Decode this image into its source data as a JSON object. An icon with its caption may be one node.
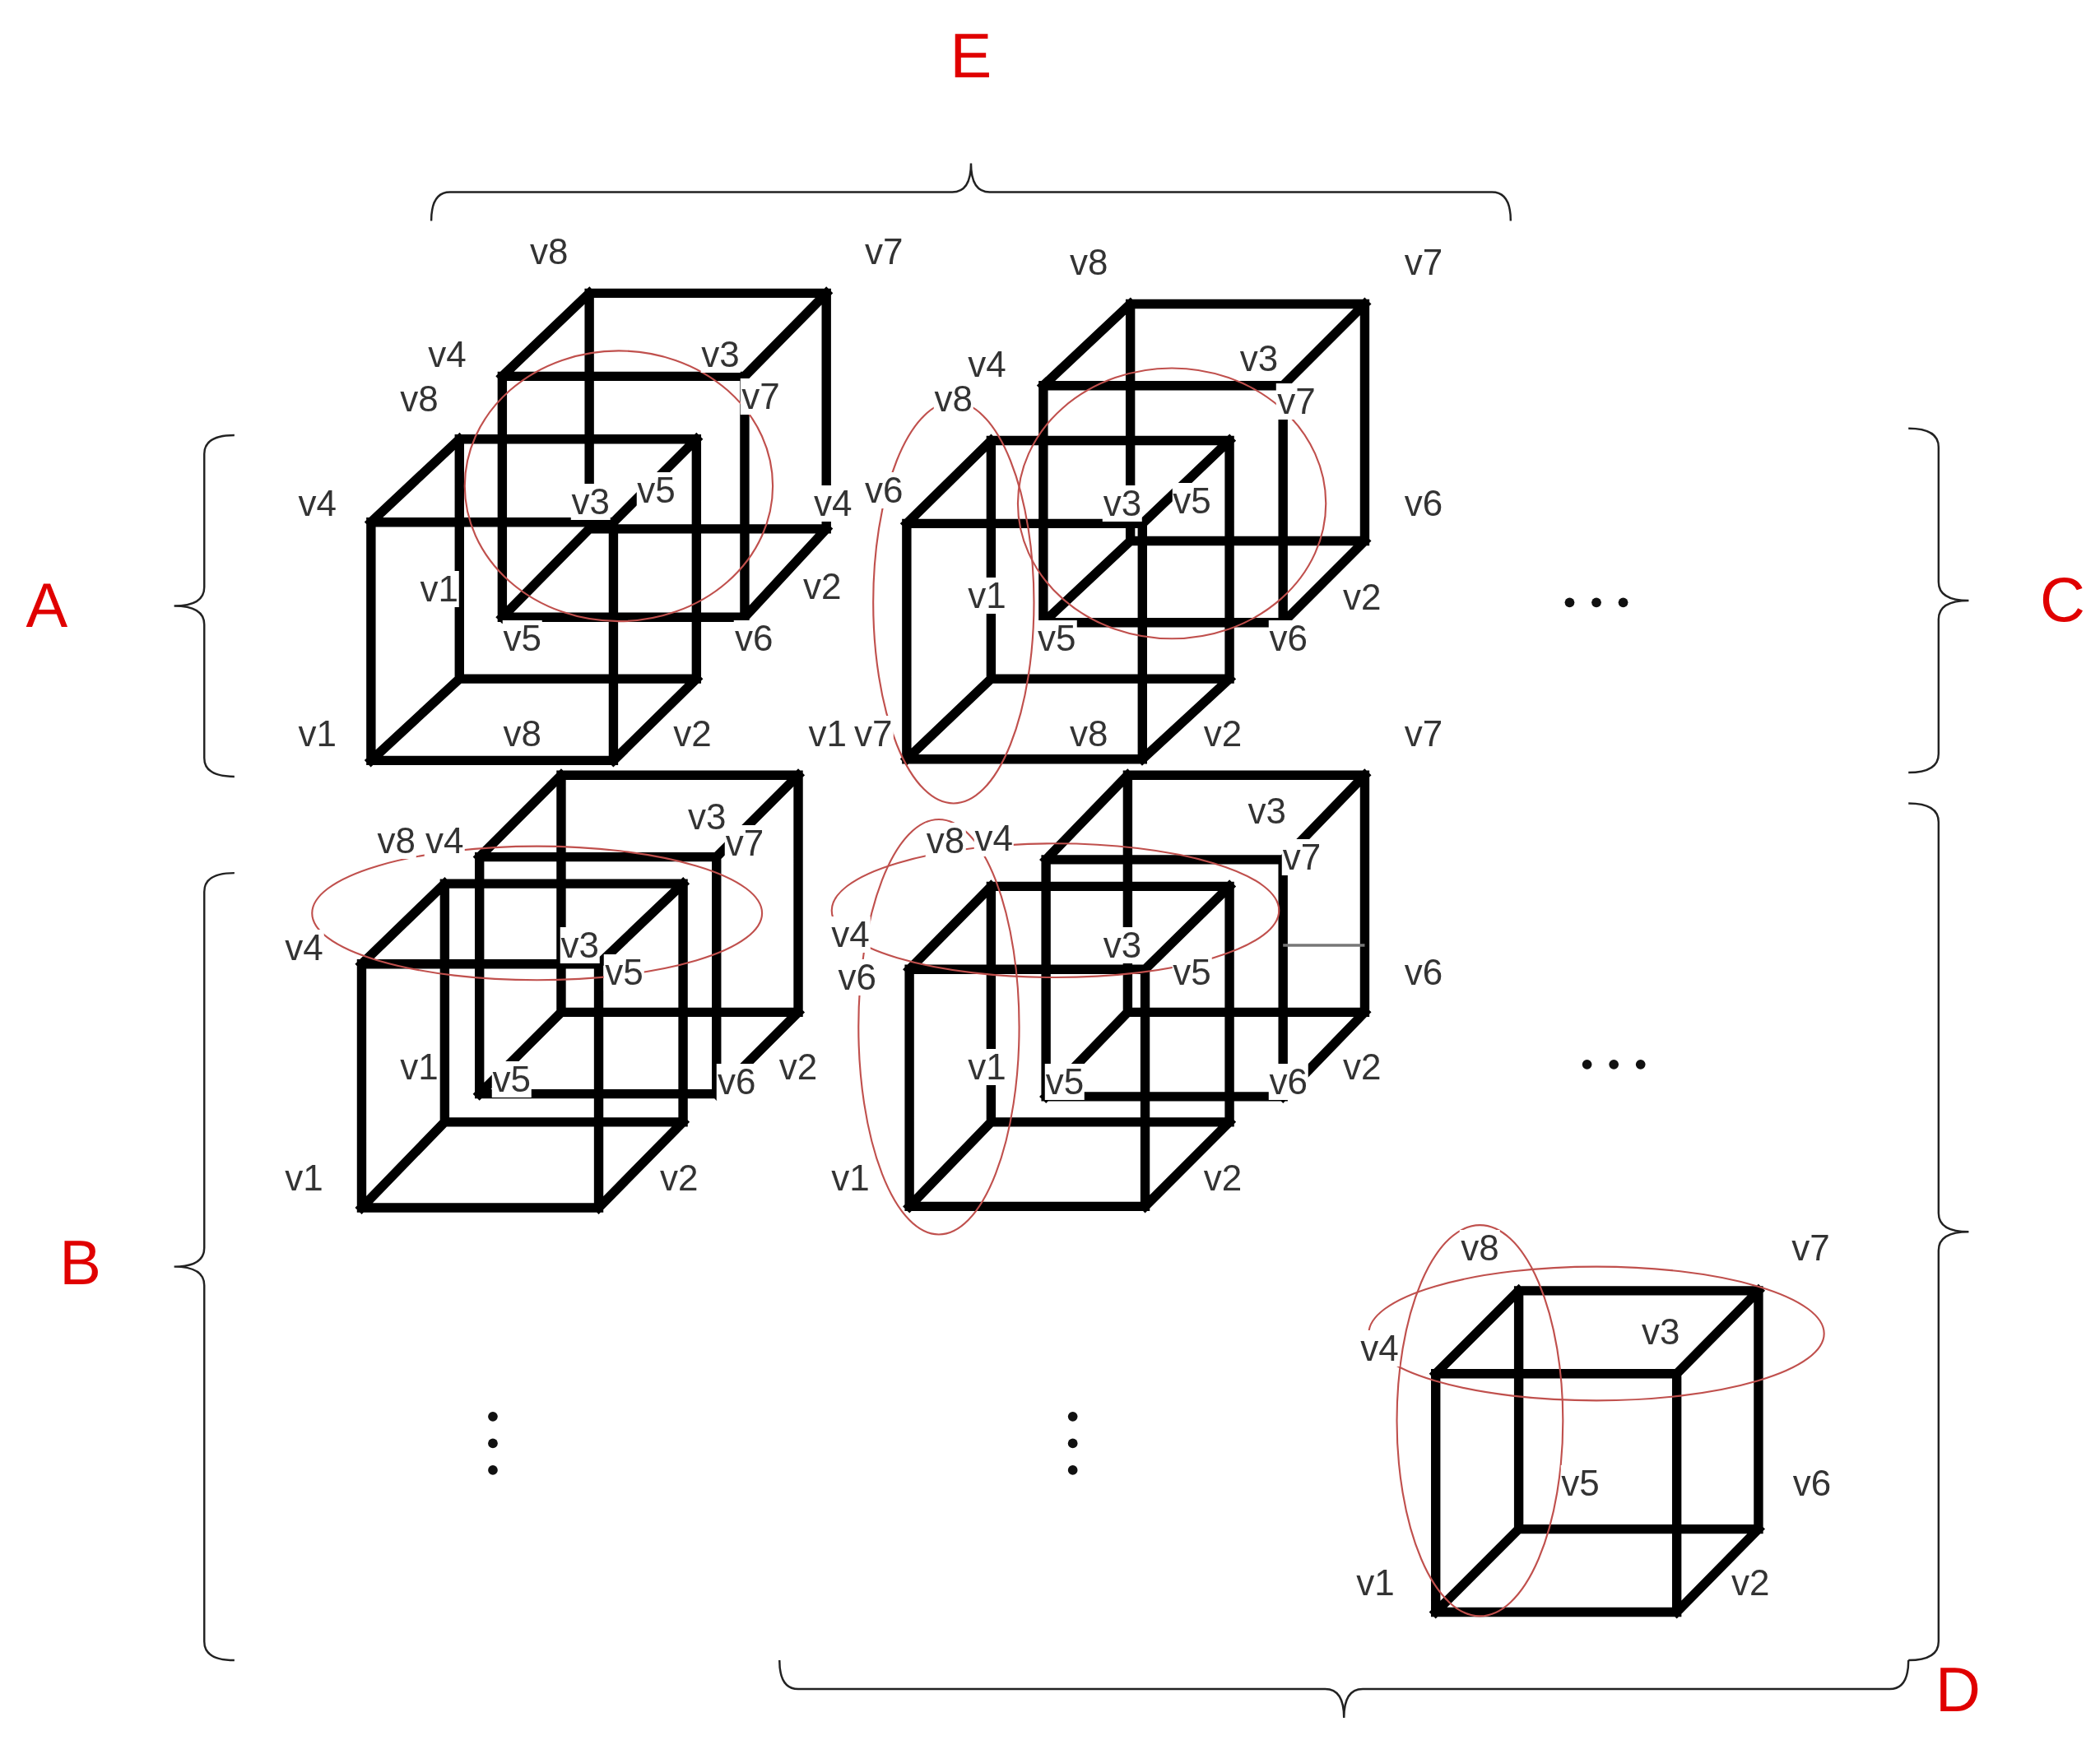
{
  "diagram": {
    "labels": [
      "E",
      "v8",
      "v7",
      "v8",
      "v7",
      "v4",
      "v3",
      "v4",
      "v3",
      "v8",
      "v7",
      "v8",
      "v7",
      "v4",
      "v3",
      "v5",
      "v4",
      "v6",
      "v3",
      "v5",
      "v6",
      "A",
      "v1",
      "v2",
      "v1",
      "v2",
      "C",
      "v5",
      "v6",
      "v5",
      "v6",
      "v1",
      "v8",
      "v2",
      "v1",
      "v7",
      "v8",
      "v2",
      "v7",
      "v3",
      "v8",
      "v4",
      "v7",
      "v8",
      "v4",
      "v3",
      "v7",
      "v4",
      "v3",
      "v5",
      "v4",
      "v6",
      "v3",
      "v5",
      "v6",
      "v1",
      "v5",
      "v6",
      "v2",
      "v1",
      "v5",
      "v6",
      "v2",
      "v1",
      "v2",
      "v1",
      "v2",
      "B",
      "v8",
      "v7",
      "v4",
      "v3",
      "v5",
      "v6",
      "v1",
      "v2",
      "D"
    ]
  }
}
